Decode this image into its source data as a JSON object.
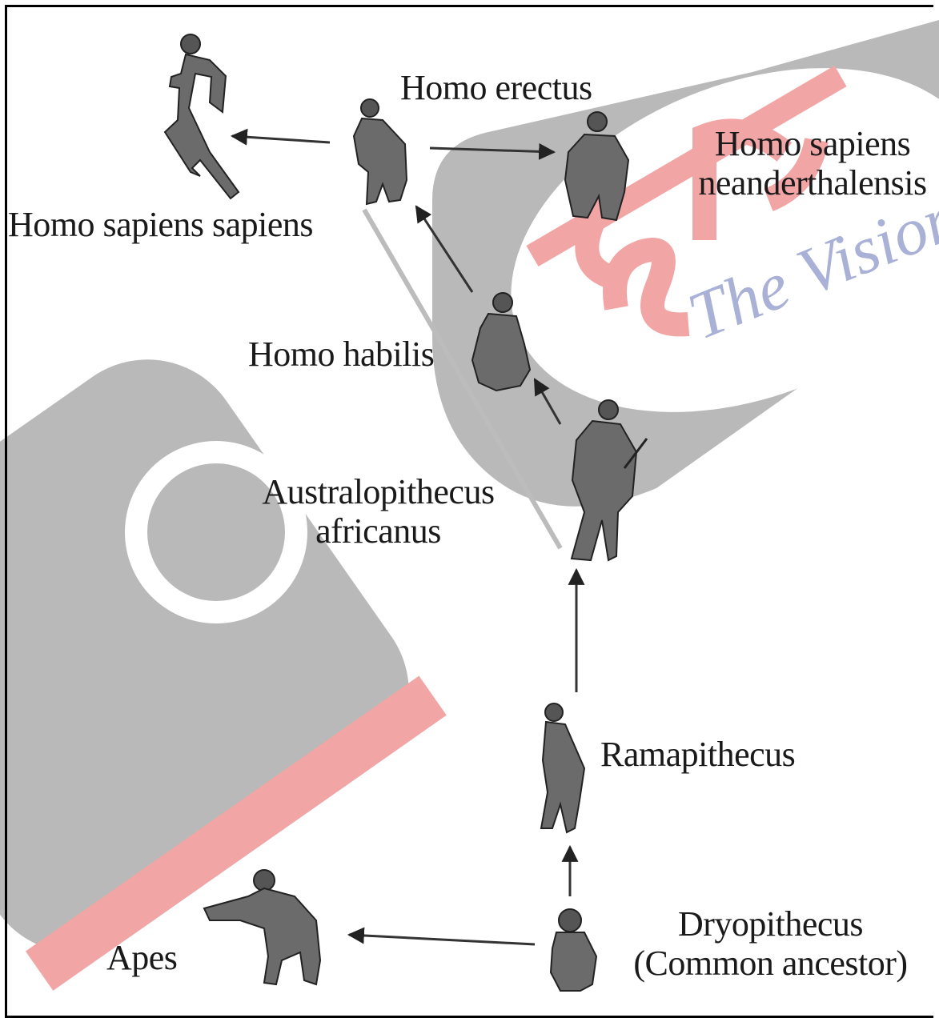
{
  "watermark": {
    "hindi_text": "दृष्टि",
    "english_text": "The Vision",
    "colors": {
      "gray": "#b9b9b9",
      "red": "#f2a5a5",
      "blue_text": "#a9b1d6",
      "white": "#ffffff"
    }
  },
  "species": {
    "homo_erectus": "Homo erectus",
    "homo_sapiens_neanderthalensis_line1": "Homo sapiens",
    "homo_sapiens_neanderthalensis_line2": "neanderthalensis",
    "homo_sapiens_sapiens": "Homo sapiens sapiens",
    "homo_habilis": "Homo habilis",
    "australopithecus_line1": "Australopithecus",
    "australopithecus_line2": "africanus",
    "ramapithecus": "Ramapithecus",
    "apes": "Apes",
    "dryopithecus_line1": "Dryopithecus",
    "dryopithecus_line2": "(Common ancestor)"
  }
}
